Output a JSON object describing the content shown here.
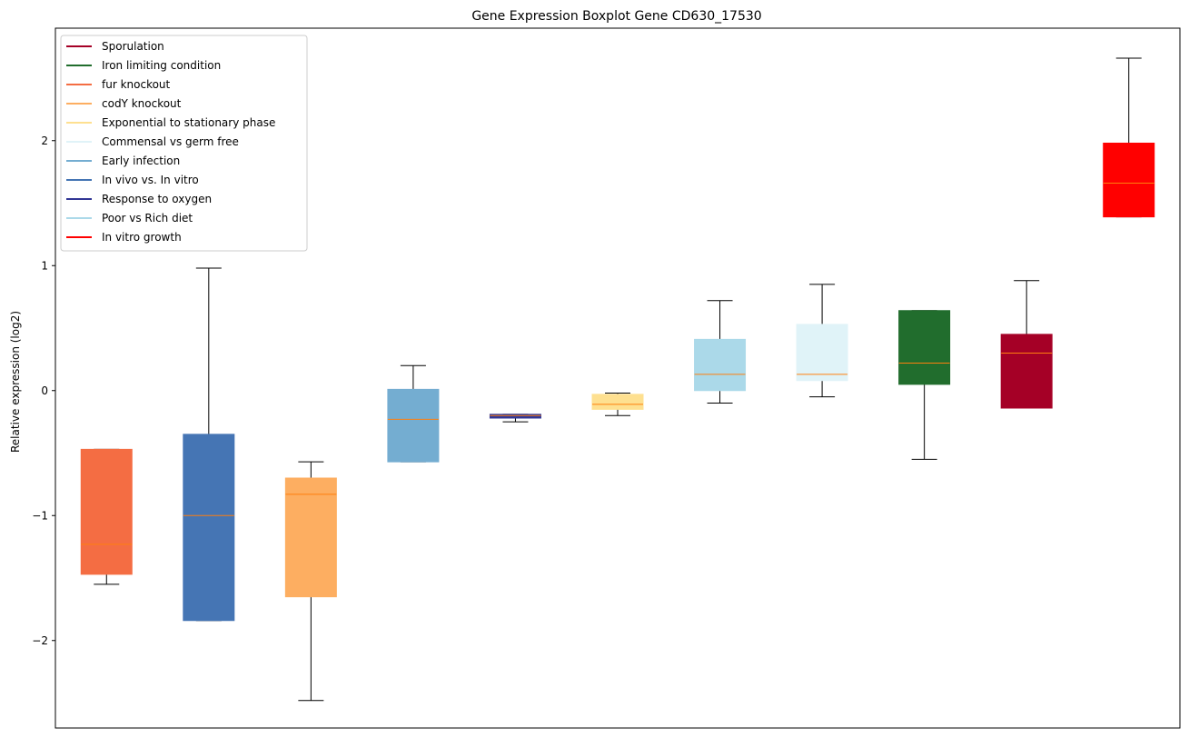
{
  "chart_data": {
    "type": "boxplot",
    "title": "Gene Expression Boxplot Gene CD630_17530",
    "xlabel": "",
    "ylabel": "Relative expression (log2)",
    "ylim": [
      -2.7,
      2.9
    ],
    "yticks": [
      -2,
      -1,
      0,
      1,
      2
    ],
    "ytick_labels": [
      "−2",
      "−1",
      "0",
      "1",
      "2"
    ],
    "median_color": "#ff7f0e",
    "legend_position": "upper-left",
    "legend": [
      {
        "label": "Sporulation",
        "color": "#a50026"
      },
      {
        "label": "Iron limiting condition",
        "color": "#216d2d"
      },
      {
        "label": "fur knockout",
        "color": "#f46d43"
      },
      {
        "label": "codY knockout",
        "color": "#fdae61"
      },
      {
        "label": "Exponential to stationary phase",
        "color": "#fee090"
      },
      {
        "label": "Commensal vs germ free",
        "color": "#e0f3f8"
      },
      {
        "label": "Early infection",
        "color": "#74add1"
      },
      {
        "label": "In vivo vs. In vitro",
        "color": "#4575b4"
      },
      {
        "label": "Response to oxygen",
        "color": "#313695"
      },
      {
        "label": "Poor vs Rich diet",
        "color": "#abd9e9"
      },
      {
        "label": "In vitro growth",
        "color": "#ff0000"
      }
    ],
    "boxes": [
      {
        "condition": "fur knockout",
        "color": "#f46d43",
        "whislo": -1.55,
        "q1": -1.47,
        "med": -1.23,
        "q3": -0.47,
        "whishi": -0.47
      },
      {
        "condition": "In vivo vs. In vitro",
        "color": "#4575b4",
        "whislo": -1.84,
        "q1": -1.84,
        "med": -1.0,
        "q3": -0.35,
        "whishi": 0.98
      },
      {
        "condition": "codY knockout",
        "color": "#fdae61",
        "whislo": -2.48,
        "q1": -1.65,
        "med": -0.83,
        "q3": -0.7,
        "whishi": -0.57
      },
      {
        "condition": "Early infection",
        "color": "#74add1",
        "whislo": -0.57,
        "q1": -0.57,
        "med": -0.23,
        "q3": 0.01,
        "whishi": 0.2
      },
      {
        "condition": "Response to oxygen",
        "color": "#313695",
        "whislo": -0.25,
        "q1": -0.22,
        "med": -0.2,
        "q3": -0.19,
        "whishi": -0.19
      },
      {
        "condition": "Exponential to stationary phase",
        "color": "#fee090",
        "whislo": -0.2,
        "q1": -0.15,
        "med": -0.11,
        "q3": -0.03,
        "whishi": -0.02
      },
      {
        "condition": "Poor vs Rich diet",
        "color": "#abd9e9",
        "whislo": -0.1,
        "q1": 0.0,
        "med": 0.13,
        "q3": 0.41,
        "whishi": 0.72
      },
      {
        "condition": "Commensal vs germ free",
        "color": "#e0f3f8",
        "whislo": -0.05,
        "q1": 0.08,
        "med": 0.13,
        "q3": 0.53,
        "whishi": 0.85
      },
      {
        "condition": "Iron limiting condition",
        "color": "#216d2d",
        "whislo": -0.55,
        "q1": 0.05,
        "med": 0.22,
        "q3": 0.64,
        "whishi": 0.64
      },
      {
        "condition": "Sporulation",
        "color": "#a50026",
        "whislo": -0.14,
        "q1": -0.14,
        "med": 0.3,
        "q3": 0.45,
        "whishi": 0.88
      },
      {
        "condition": "In vitro growth",
        "color": "#ff0000",
        "whislo": 1.39,
        "q1": 1.39,
        "med": 1.66,
        "q3": 1.98,
        "whishi": 2.66
      }
    ]
  }
}
